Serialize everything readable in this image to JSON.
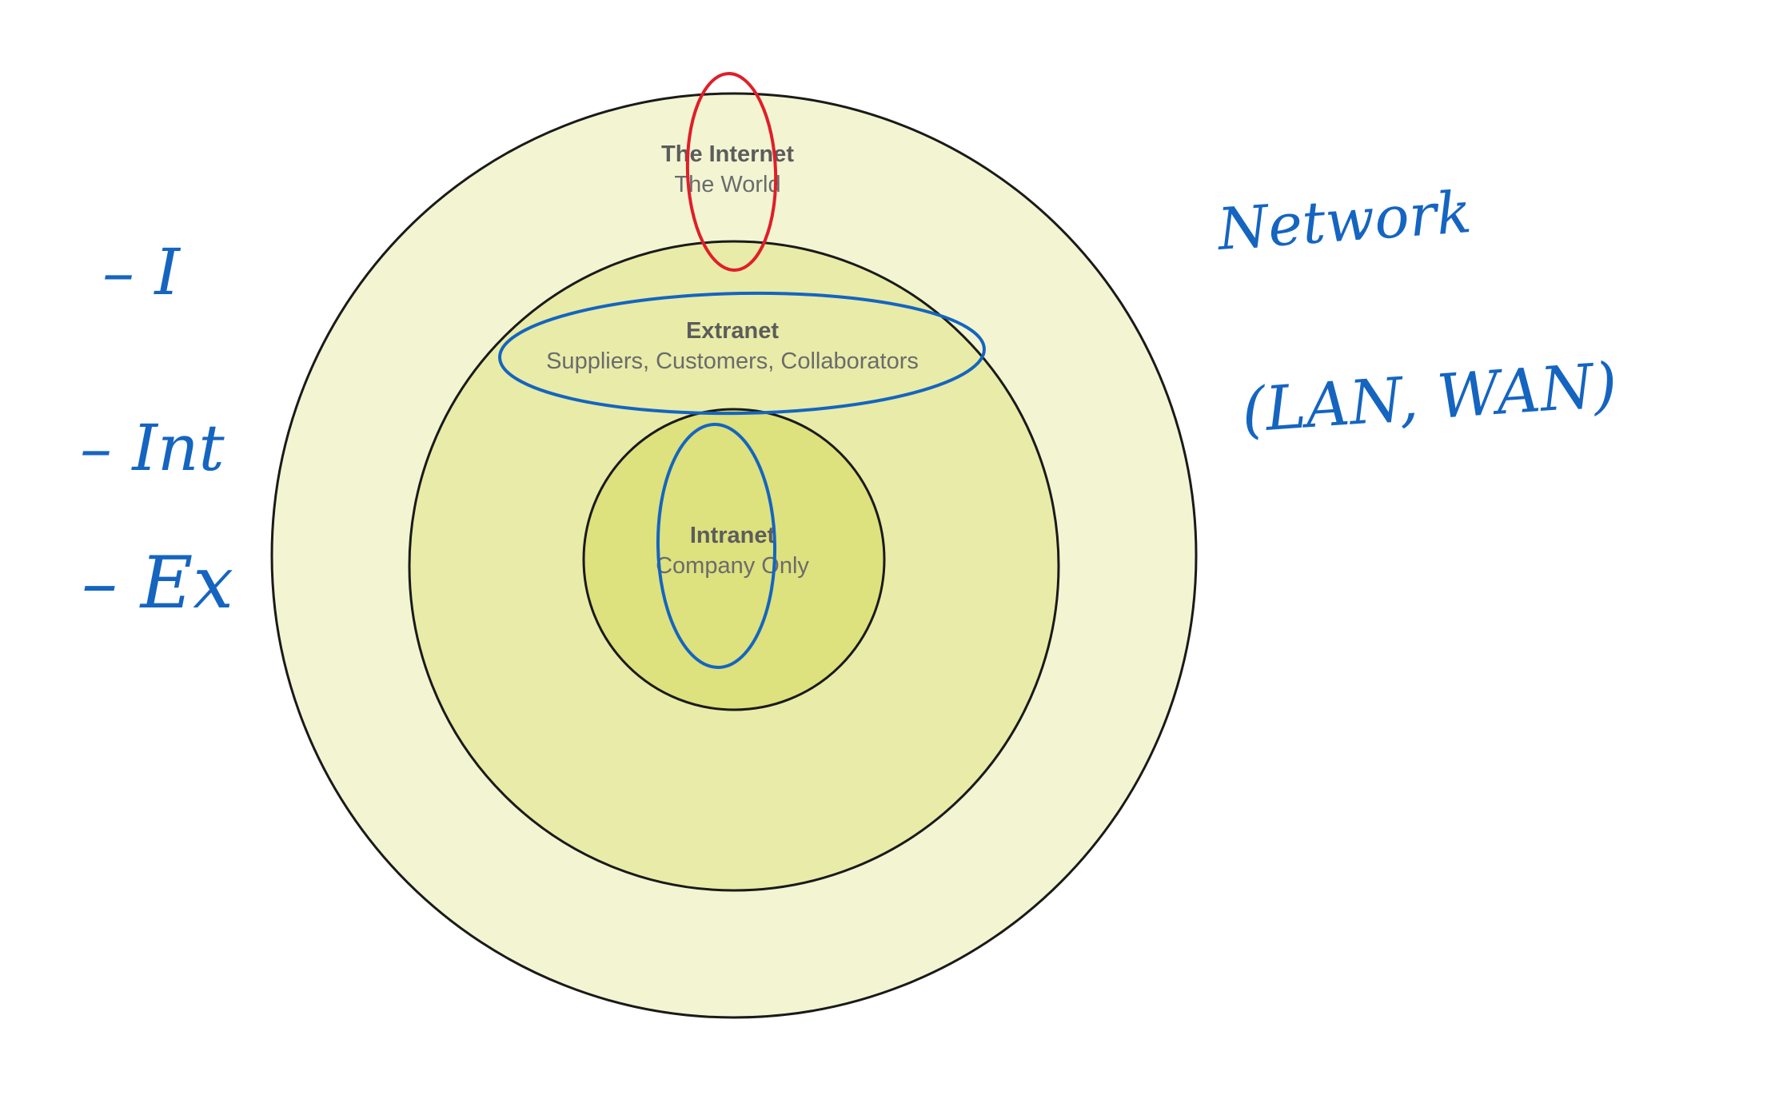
{
  "diagram": {
    "rings": [
      {
        "id": "internet",
        "title": "The Internet",
        "subtitle": "The World",
        "fill": "#f3f5d2",
        "stroke": "#1a1a1a"
      },
      {
        "id": "extranet",
        "title": "Extranet",
        "subtitle": "Suppliers, Customers, Collaborators",
        "fill": "#e8eca8",
        "stroke": "#1a1a1a"
      },
      {
        "id": "intranet",
        "title": "Intranet",
        "subtitle": "Company Only",
        "fill": "#dde17e",
        "stroke": "#1a1a1a"
      }
    ]
  },
  "annotations": {
    "left_list": [
      "– I",
      "– Int",
      "– Ex"
    ],
    "right_notes": [
      "Network",
      "(LAN, WAN)"
    ],
    "colors": {
      "red_ink": "#e01e2a",
      "blue_ink": "#1565c0"
    }
  }
}
